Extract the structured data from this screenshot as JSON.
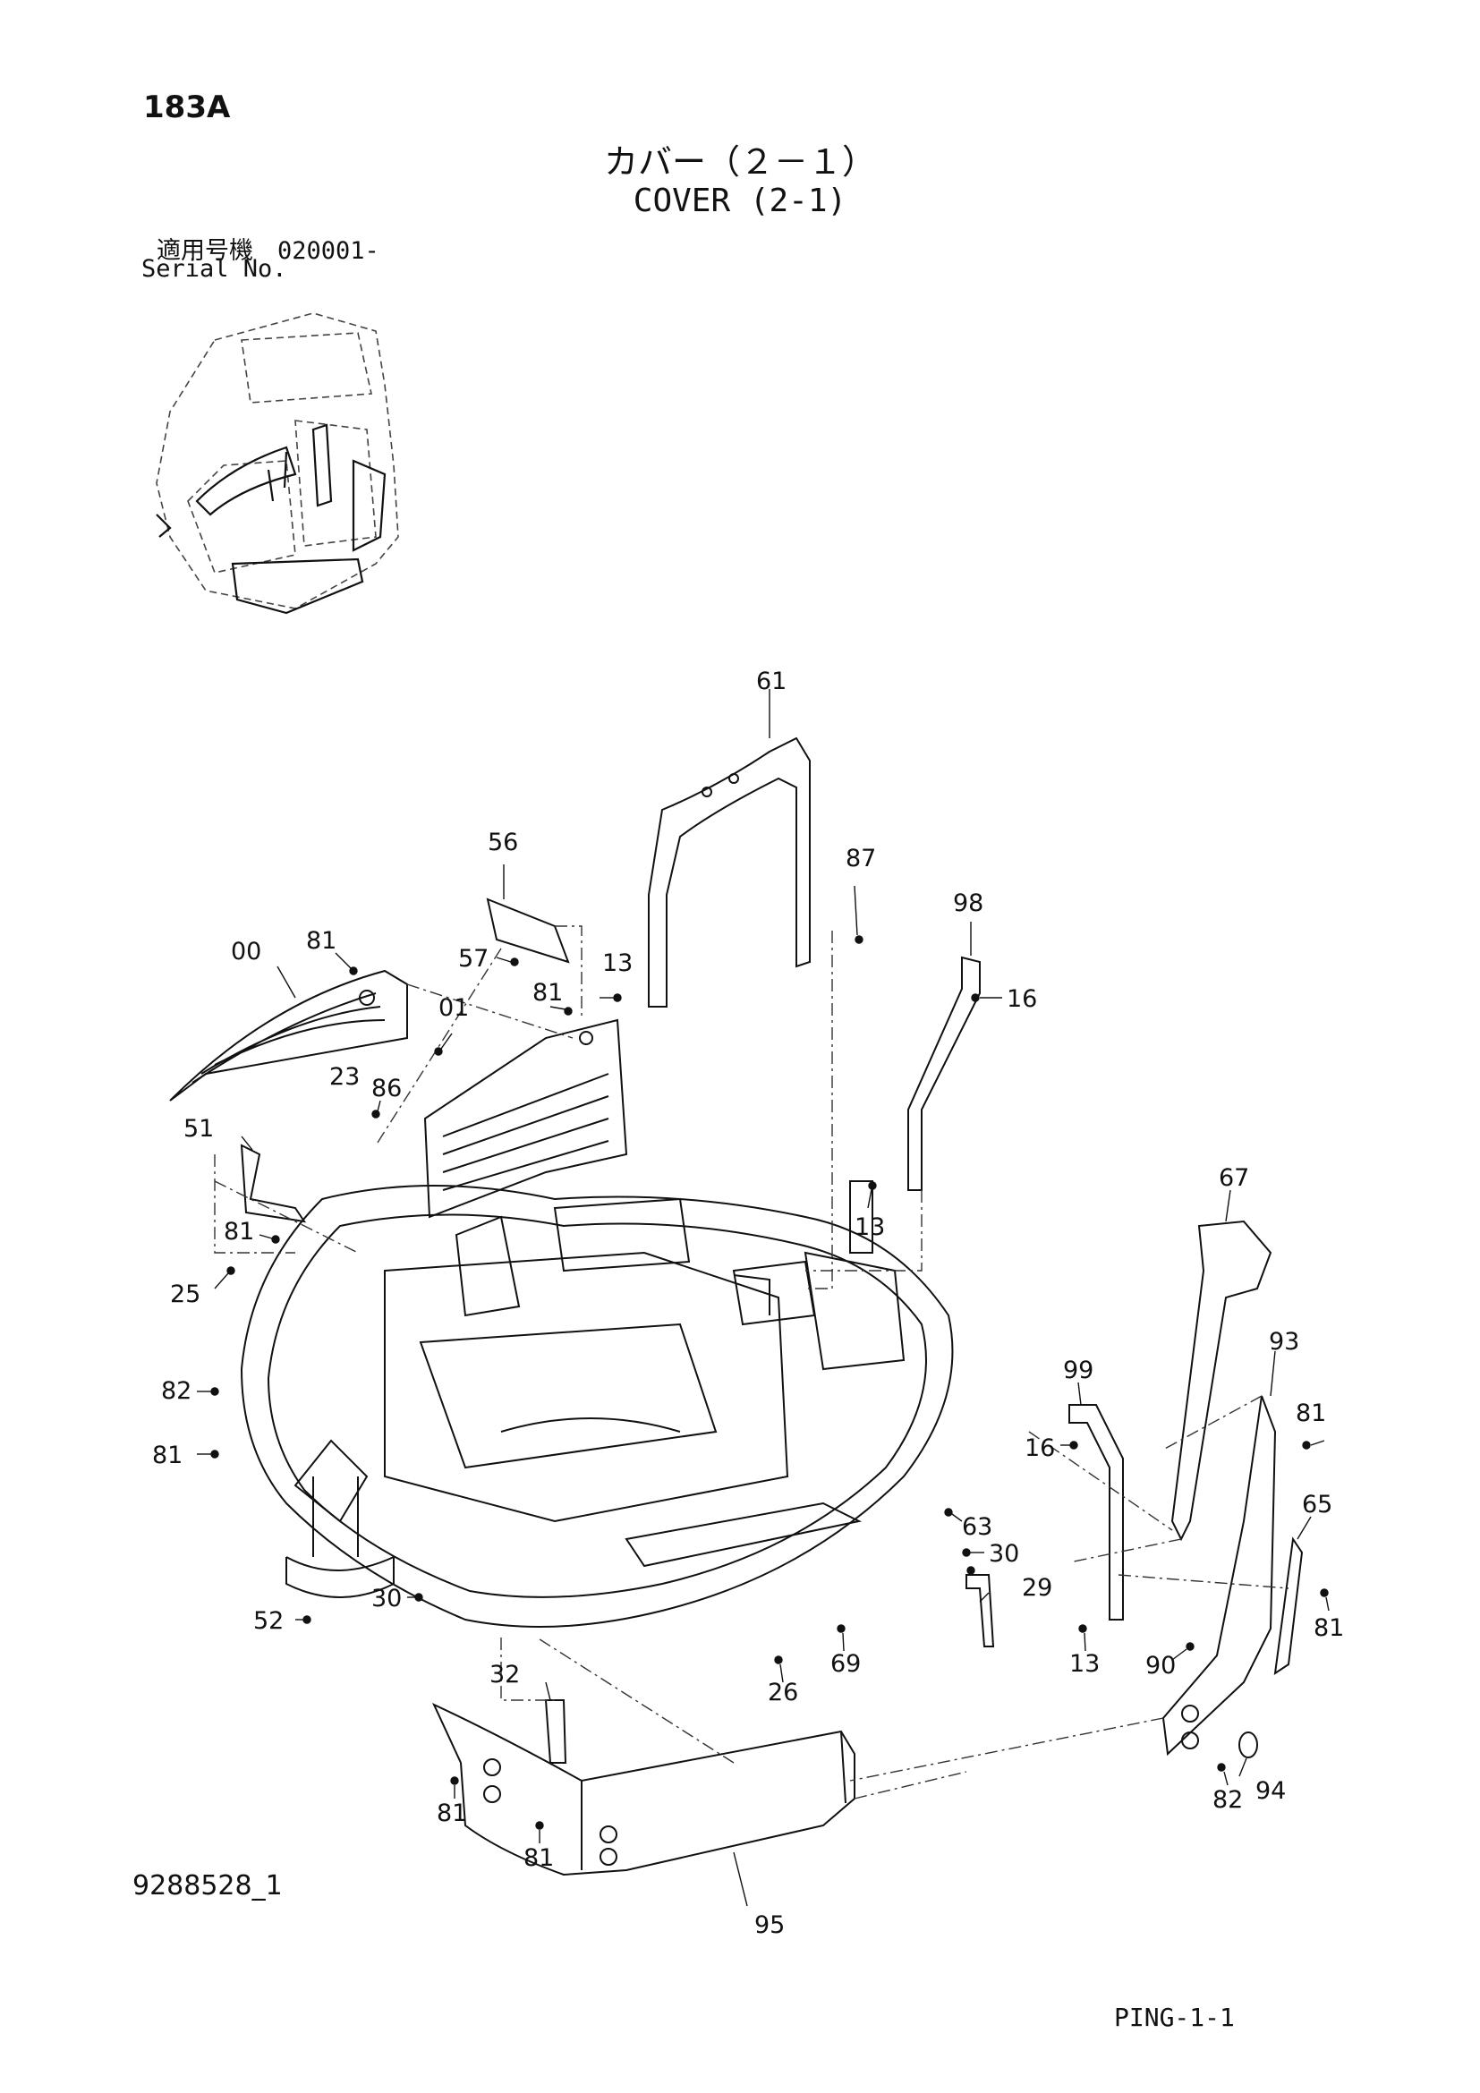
{
  "header": {
    "page_code": "183A",
    "title_ja": "カバー（２－１）",
    "title_en": "COVER (2-1)",
    "serial_label_ja": "適用号機　020001-",
    "serial_label_en": "Serial No."
  },
  "footer": {
    "drawing_number": "9288528_1",
    "sheet_code": "PING-1-1"
  },
  "part_labels": [
    "61",
    "56",
    "87",
    "98",
    "00",
    "81",
    "57",
    "13",
    "81",
    "16",
    "01",
    "23",
    "86",
    "51",
    "81",
    "13",
    "67",
    "25",
    "93",
    "99",
    "82",
    "81",
    "81",
    "16",
    "65",
    "63",
    "30",
    "29",
    "81",
    "52",
    "30",
    "90",
    "26",
    "69",
    "13",
    "32",
    "94",
    "82",
    "81",
    "81",
    "95"
  ]
}
